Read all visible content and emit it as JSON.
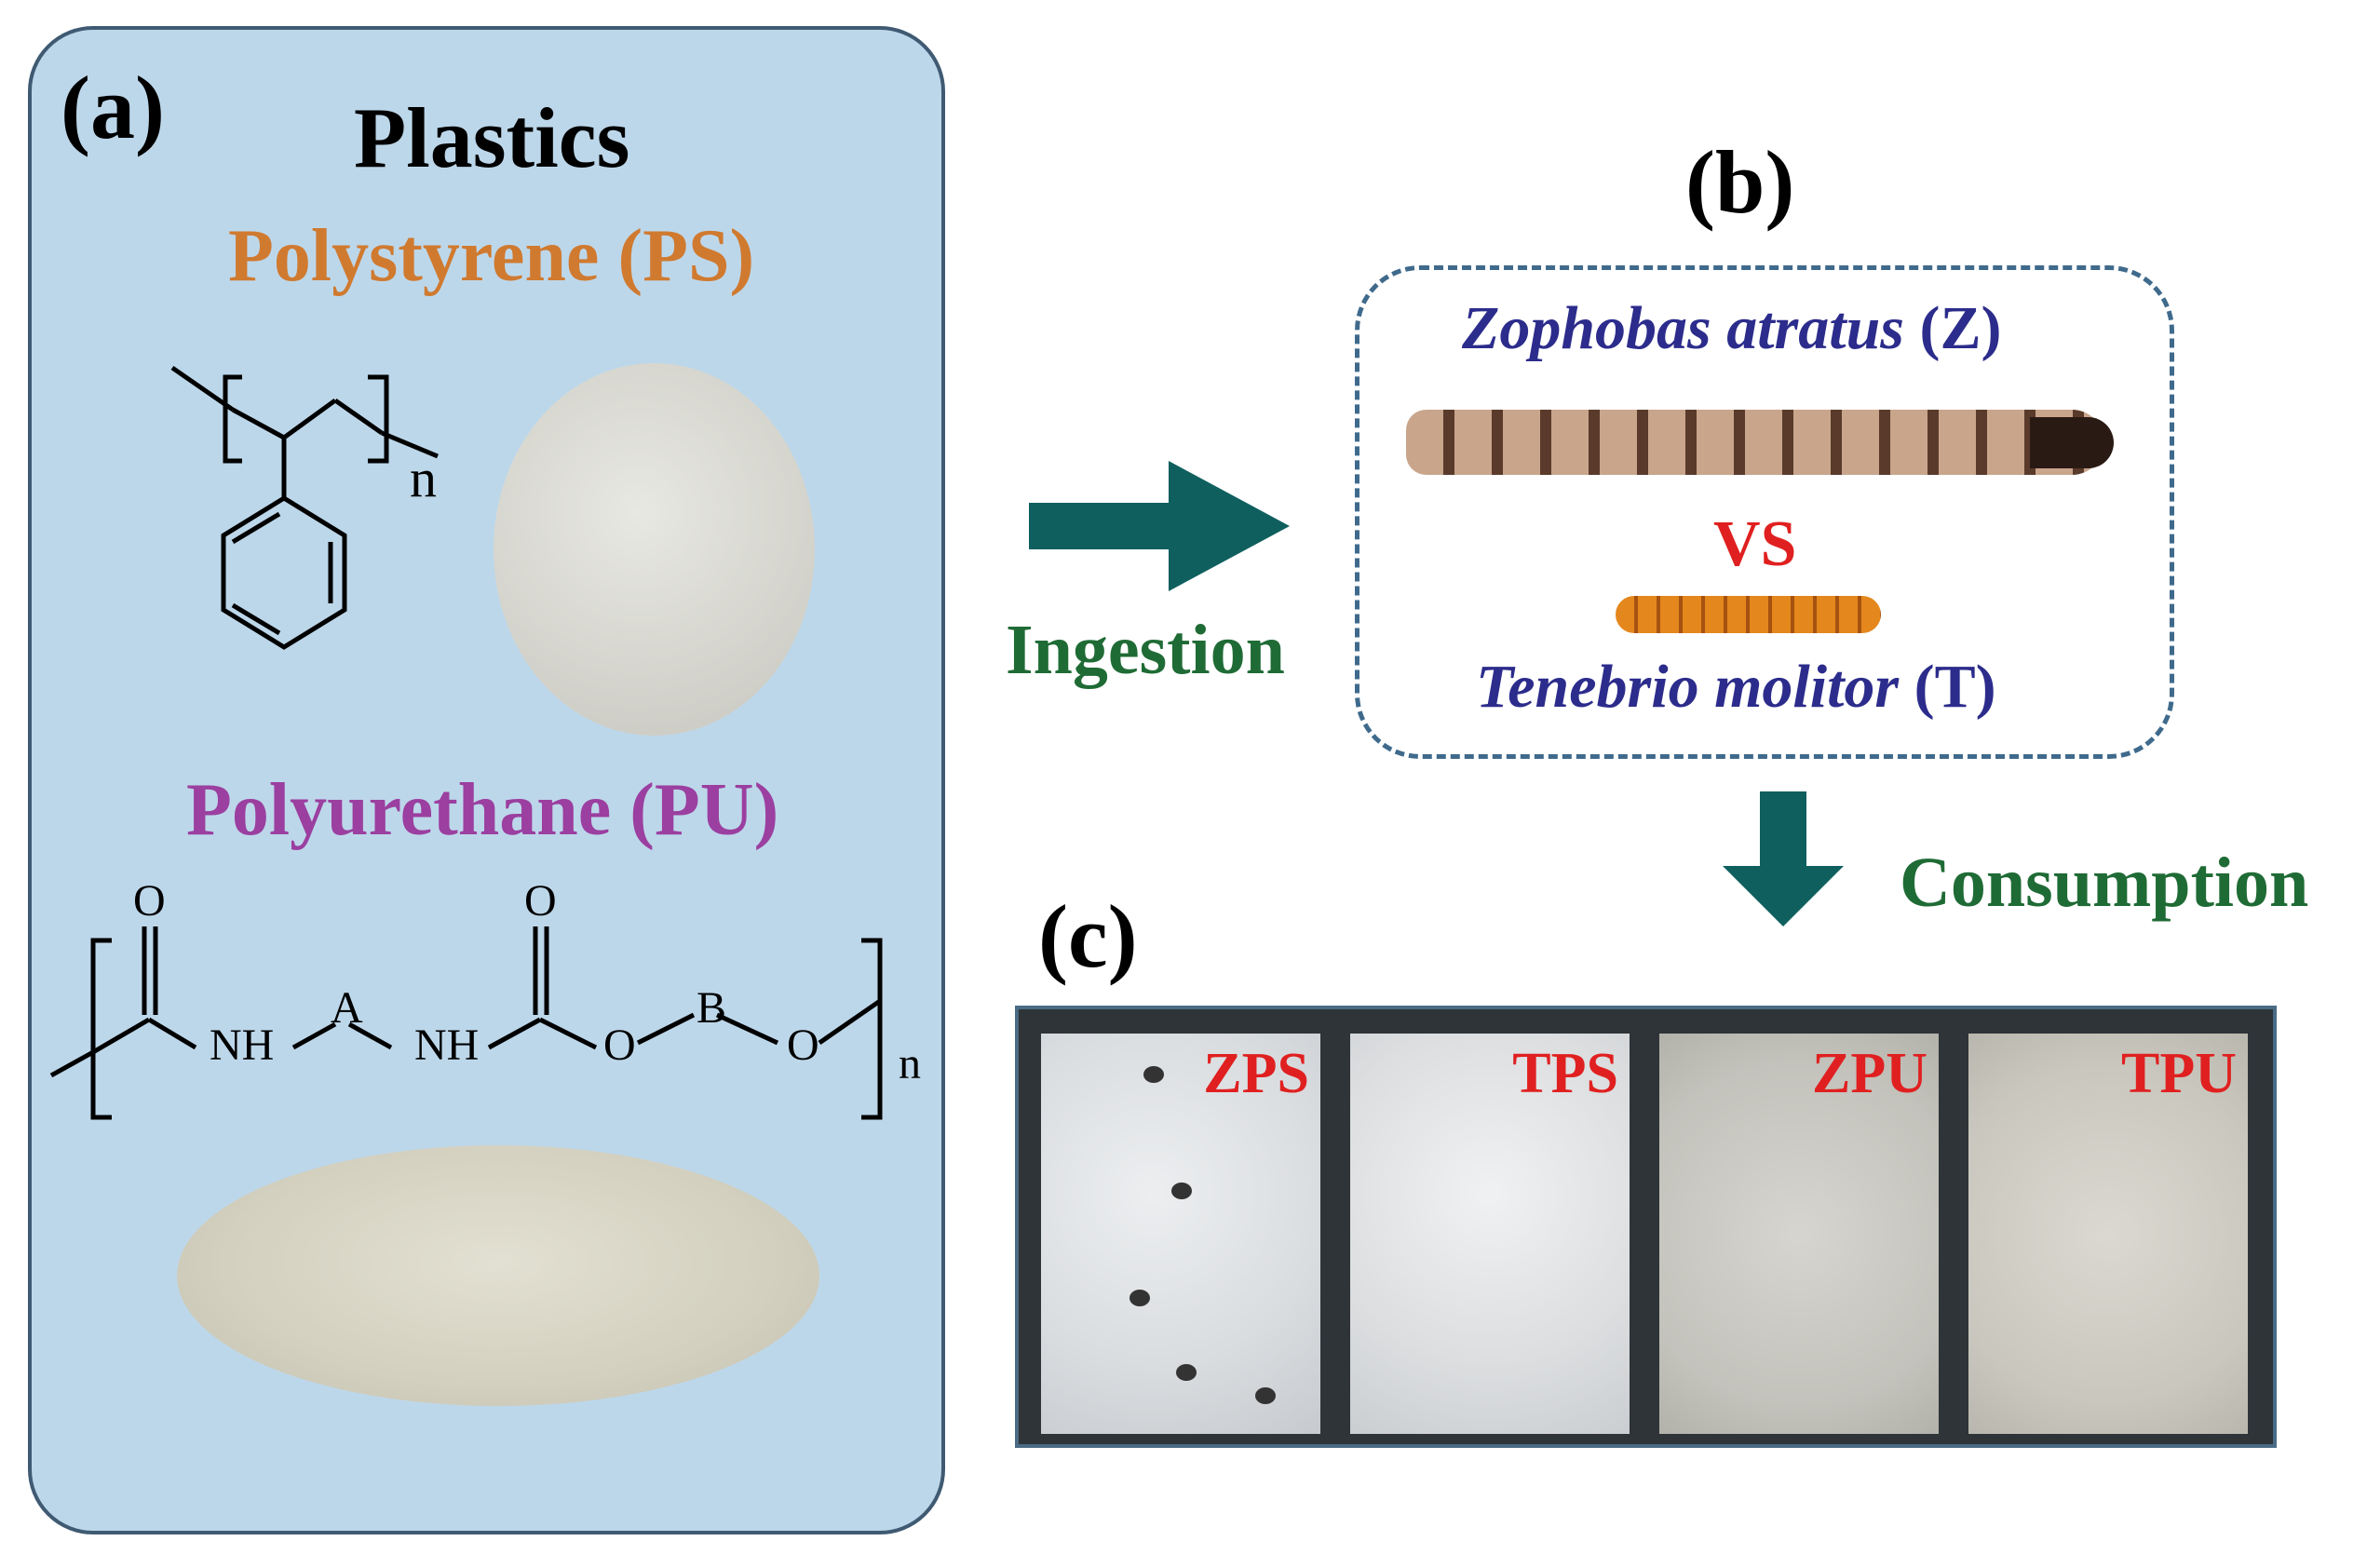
{
  "panel_a": {
    "label": "(a)",
    "title": "Plastics",
    "ps_title": "Polystyrene (PS)",
    "pu_title": "Polyurethane (PU)",
    "ps_structure": {
      "repeat_subscript": "n"
    },
    "pu_structure": {
      "atoms": [
        "O",
        "NH",
        "A",
        "NH",
        "O",
        "O",
        "B",
        "O"
      ],
      "repeat_subscript": "n"
    }
  },
  "flow": {
    "ingestion": "Ingestion",
    "consumption": "Consumption",
    "arrow_color": "#0f5f5f"
  },
  "panel_b": {
    "label": "(b)",
    "species_z_name": "Zophobas atratus",
    "species_z_code": "(Z)",
    "vs": "VS",
    "species_t_name": "Tenebrio molitor",
    "species_t_code": "(T)"
  },
  "panel_c": {
    "label": "(c)",
    "samples": [
      "ZPS",
      "TPS",
      "ZPU",
      "TPU"
    ]
  },
  "colors": {
    "panel_a_bg": "#bdd7ea",
    "ps_title": "#d07a30",
    "pu_title": "#9b3fa0",
    "flow_label": "#1f6b35",
    "species_text": "#2c2c8c",
    "highlight_red": "#e02020"
  }
}
